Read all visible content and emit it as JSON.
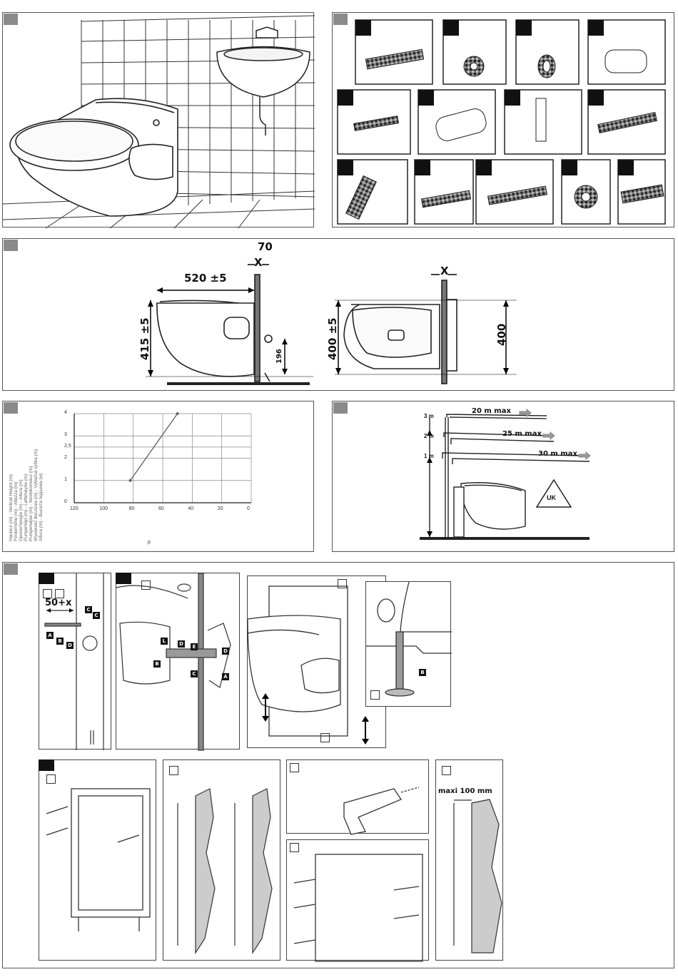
{
  "dimensions": {
    "wall_gap": "70",
    "gap_x_left": "X",
    "gap_x_right": "X",
    "depth": "520 ±5",
    "height_left": "415 ±5",
    "outlet_height": "196",
    "height_top_view": "400 ±5",
    "height_right": "400"
  },
  "chart": {
    "yticks": [
      "4",
      "3",
      "2,5",
      "2",
      "1",
      "0"
    ],
    "xticks": [
      "120",
      "100",
      "80",
      "60",
      "40",
      "20",
      "0"
    ],
    "ylabels": [
      "Hauteur (m) - Vertical Height (m)",
      "Förderhöhe (m) - Altezza (m)",
      "Opvoerhoogte (m) - Altura (m)",
      "Pumpehöjd (m) - Løftehøyde (m)",
      "Pumpehøjde (m) - Nostokorkeus (m)",
      "Wysokość tłoczenia (m) - Výtlačná výška (m)",
      "Altura (m) - Высота подъема (м)"
    ],
    "foot": "p"
  },
  "chart_data": {
    "type": "line",
    "x": [
      50,
      82
    ],
    "y": [
      4,
      1
    ],
    "ylim": [
      0,
      4
    ],
    "xlim": [
      0,
      120
    ],
    "grid": true
  },
  "piping": {
    "heights": [
      "3 m",
      "2 m",
      "1 m"
    ],
    "distances": [
      "20 m max",
      "25 m max",
      "30 m max"
    ],
    "warning": "UK"
  },
  "install": {
    "spacing": "50+x",
    "max_gap": "maxi 100 mm",
    "callouts_a": [
      "C",
      "A",
      "B",
      "D"
    ],
    "callouts_b": [
      "L",
      "D",
      "E",
      "B",
      "A",
      "C",
      "D"
    ],
    "callout_c": "B"
  }
}
